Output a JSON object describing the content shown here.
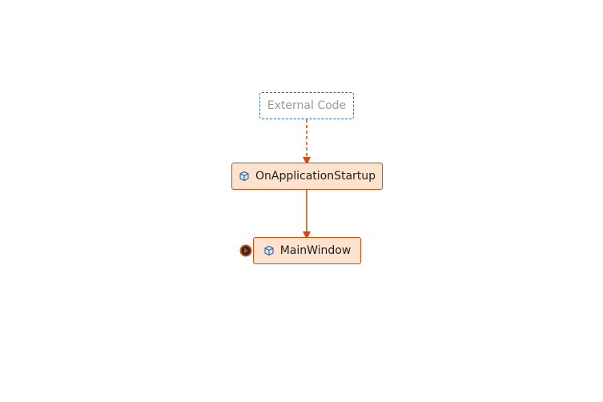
{
  "diagram": {
    "nodes": {
      "external": {
        "label": "External Code"
      },
      "startup": {
        "label": "OnApplicationStartup",
        "icon": "cube-icon"
      },
      "main": {
        "label": "MainWindow",
        "icon": "cube-icon"
      }
    },
    "edges": [
      {
        "from": "External Code",
        "to": "OnApplicationStartup",
        "style": "dashed"
      },
      {
        "from": "OnApplicationStartup",
        "to": "MainWindow",
        "style": "solid"
      }
    ],
    "current_frame_marker": "current-frame-indicator-icon",
    "colors": {
      "frame_fill": "#fde3cd",
      "frame_border": "#d24b12",
      "external_border": "#2a6fb0",
      "external_text": "#9a9a9a",
      "arrow": "#d24b12"
    }
  }
}
